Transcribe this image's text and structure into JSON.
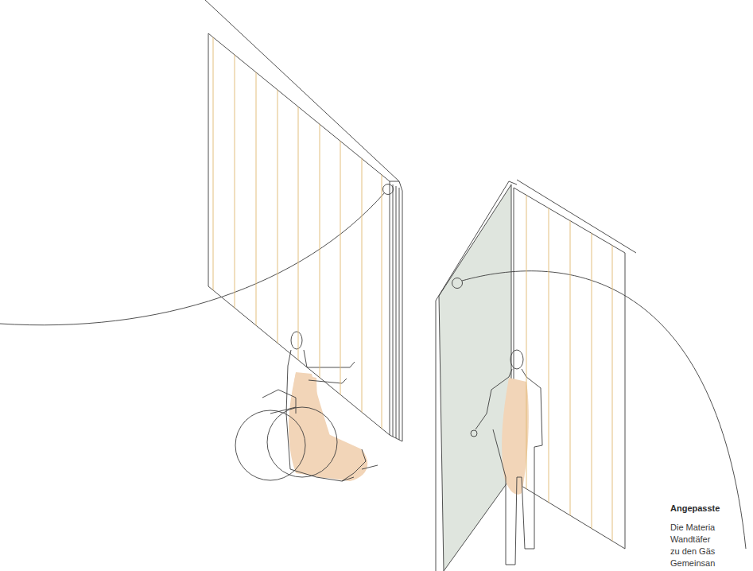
{
  "diagram": {
    "labels": [
      "Angepasste",
      "Die Materia",
      "Wandtäfer",
      "zu den Gäs",
      "Gemeinsan"
    ]
  }
}
